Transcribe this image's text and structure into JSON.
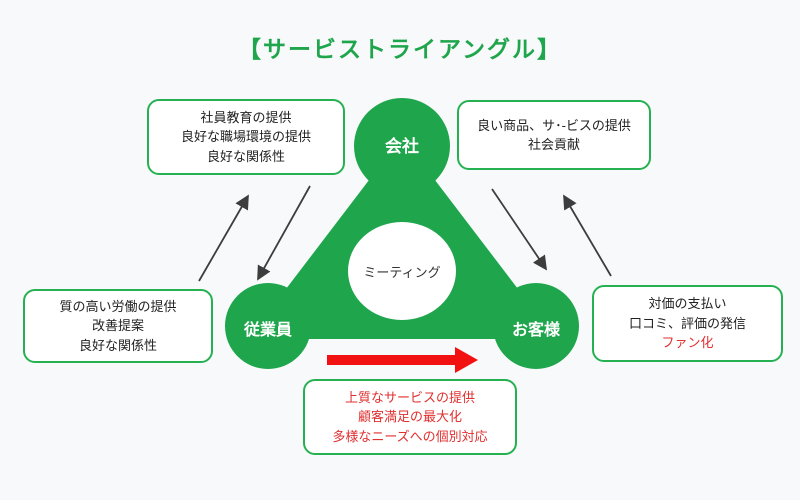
{
  "title": "【サービストライアングル】",
  "colors": {
    "green": "#1fa64d",
    "green_border": "#25b152",
    "red": "#f21111",
    "red_text": "#e03030",
    "arrow_dark": "#3d3d3d",
    "text_dark": "#222222",
    "background": "#f8f9fa"
  },
  "nodes": {
    "company": {
      "label": "会社"
    },
    "employee": {
      "label": "従業員"
    },
    "customer": {
      "label": "お客様"
    },
    "center": {
      "label": "ミーティング"
    }
  },
  "boxes": {
    "top_left": {
      "lines": [
        "社員教育の提供",
        "良好な職場環境の提供",
        "良好な関係性"
      ]
    },
    "top_right": {
      "lines": [
        "良い商品、サ･-ビスの提供",
        "社会貢献"
      ]
    },
    "left": {
      "lines": [
        "質の高い労働の提供",
        "改善提案",
        "良好な関係性"
      ]
    },
    "right": {
      "lines": [
        "対価の支払い",
        "口コミ、評価の発信",
        "ファン化"
      ]
    },
    "bottom": {
      "lines": [
        "上質なサービスの提供",
        "顧客満足の最大化",
        "多様なニーズへの個別対応"
      ]
    }
  }
}
